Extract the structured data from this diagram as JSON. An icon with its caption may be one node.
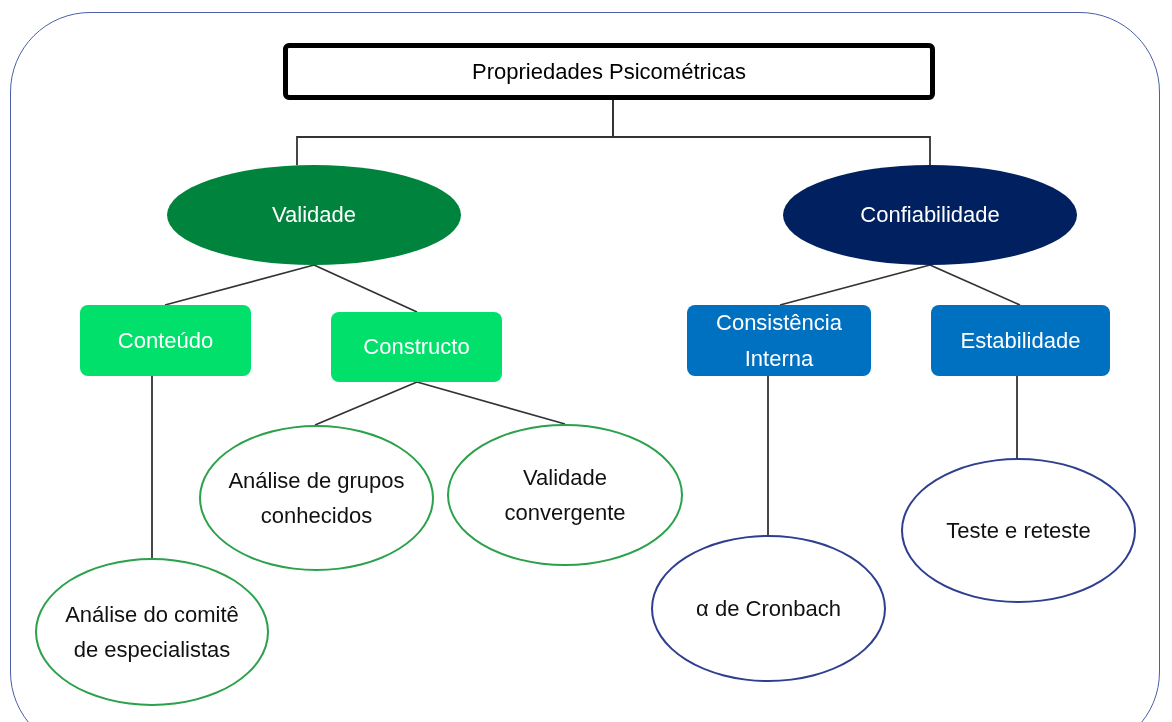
{
  "diagram": {
    "nodes": [
      {
        "text": [
          "Propriedades Psicométricas"
        ]
      },
      {
        "text": [
          "Validade"
        ]
      },
      {
        "text": [
          "Confiabilidade"
        ]
      },
      {
        "text": [
          "Conteúdo"
        ]
      },
      {
        "text": [
          "Constructo"
        ]
      },
      {
        "text": [
          "Consistência Interna"
        ]
      },
      {
        "text": [
          "Estabilidade"
        ]
      },
      {
        "text": [
          "Análise de grupos conhecidos"
        ]
      },
      {
        "text": [
          "Validade convergente"
        ]
      },
      {
        "text": [
          "Análise do comitê de especialistas"
        ]
      },
      {
        "text": [
          "α de Cronbach"
        ]
      },
      {
        "text": [
          "Teste e reteste"
        ]
      }
    ],
    "edges": [
      {
        "from": 0,
        "to": 1,
        "arrow": "none"
      },
      {
        "from": 0,
        "to": 2,
        "arrow": "none"
      },
      {
        "from": 1,
        "to": 3,
        "arrow": "none"
      },
      {
        "from": 1,
        "to": 4,
        "arrow": "none"
      },
      {
        "from": 2,
        "to": 5,
        "arrow": "none"
      },
      {
        "from": 2,
        "to": 6,
        "arrow": "none"
      },
      {
        "from": 4,
        "to": 7,
        "arrow": "none"
      },
      {
        "from": 4,
        "to": 8,
        "arrow": "none"
      },
      {
        "from": 3,
        "to": 9,
        "arrow": "none"
      },
      {
        "from": 5,
        "to": 10,
        "arrow": "none"
      },
      {
        "from": 6,
        "to": 11,
        "arrow": "none"
      }
    ]
  }
}
